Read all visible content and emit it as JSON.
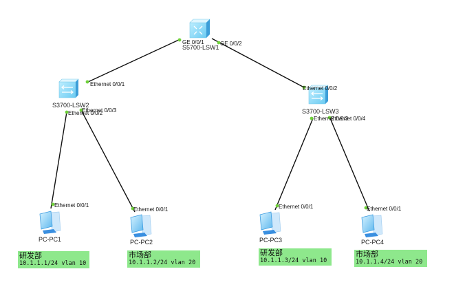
{
  "devices": {
    "lsw1": {
      "name": "S5700-LSW1",
      "type": "core-switch",
      "icon": "core-switch-icon"
    },
    "lsw2": {
      "name": "S3700-LSW2",
      "type": "access-switch",
      "icon": "switch-icon"
    },
    "lsw3": {
      "name": "S3700-LSW3",
      "type": "access-switch",
      "icon": "switch-icon"
    },
    "pc1": {
      "name": "PC-PC1",
      "type": "pc",
      "icon": "pc-icon"
    },
    "pc2": {
      "name": "PC-PC2",
      "type": "pc",
      "icon": "pc-icon"
    },
    "pc3": {
      "name": "PC-PC3",
      "type": "pc",
      "icon": "pc-icon"
    },
    "pc4": {
      "name": "PC-PC4",
      "type": "pc",
      "icon": "pc-icon"
    }
  },
  "links": [
    {
      "from": "lsw1",
      "from_port": "GE 0/0/1",
      "to": "lsw2",
      "to_port": "Ethernet 0/0/1"
    },
    {
      "from": "lsw1",
      "from_port": "GE 0/0/2",
      "to": "lsw3",
      "to_port": "Ethernet 0/0/2"
    },
    {
      "from": "lsw2",
      "from_port": "Ethernet 0/0/2",
      "to": "pc1",
      "to_port": "Ethernet 0/0/1"
    },
    {
      "from": "lsw2",
      "from_port": "Ethernet 0/0/3",
      "to": "pc2",
      "to_port": "Ethernet 0/0/1"
    },
    {
      "from": "lsw3",
      "from_port": "Ethernet 0/0/3",
      "to": "pc3",
      "to_port": "Ethernet 0/0/1"
    },
    {
      "from": "lsw3",
      "from_port": "Ethernet 0/0/4",
      "to": "pc4",
      "to_port": "Ethernet 0/0/1"
    }
  ],
  "notes": [
    {
      "dept": "研发部",
      "addr": "10.1.1.1/24 vlan 10"
    },
    {
      "dept": "市场部",
      "addr": "10.1.1.2/24 vlan 20"
    },
    {
      "dept": "研发部",
      "addr": "10.1.1.3/24 vlan 10"
    },
    {
      "dept": "市场部",
      "addr": "10.1.1.4/24 vlan 20"
    }
  ],
  "colors": {
    "link": "#111111",
    "port_dot": "#6fd13a",
    "note_bg": "#8ee88c",
    "device_blue": "#8fd8f8"
  }
}
